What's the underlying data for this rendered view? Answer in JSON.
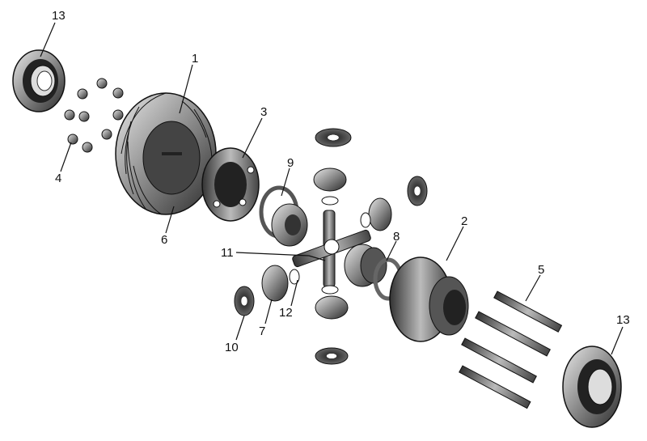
{
  "diagram": {
    "callouts": [
      {
        "id": "c13a",
        "label": "13"
      },
      {
        "id": "c1",
        "label": "1"
      },
      {
        "id": "c3",
        "label": "3"
      },
      {
        "id": "c4",
        "label": "4"
      },
      {
        "id": "c6",
        "label": "6"
      },
      {
        "id": "c9",
        "label": "9"
      },
      {
        "id": "c11",
        "label": "11"
      },
      {
        "id": "c8",
        "label": "8"
      },
      {
        "id": "c2",
        "label": "2"
      },
      {
        "id": "c5",
        "label": "5"
      },
      {
        "id": "c12",
        "label": "12"
      },
      {
        "id": "c7",
        "label": "7"
      },
      {
        "id": "c10",
        "label": "10"
      },
      {
        "id": "c13b",
        "label": "13"
      }
    ]
  }
}
